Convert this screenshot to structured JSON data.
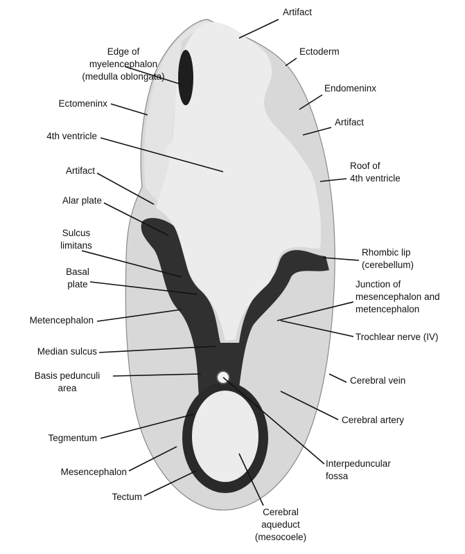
{
  "labels": [
    {
      "id": "artifact-top",
      "lines": [
        "Artifact"
      ]
    },
    {
      "id": "ectoderm",
      "lines": [
        "Ectoderm"
      ]
    },
    {
      "id": "endomeninx",
      "lines": [
        "Endomeninx"
      ]
    },
    {
      "id": "artifact-right",
      "lines": [
        "Artifact"
      ]
    },
    {
      "id": "roof-of-4th-ventricle",
      "lines": [
        "Roof of",
        "4th ventricle"
      ]
    },
    {
      "id": "rhombic-lip",
      "lines": [
        "Rhombic lip",
        "(cerebellum)"
      ]
    },
    {
      "id": "junction",
      "lines": [
        "Junction of",
        "mesencephalon and",
        "metencephalon"
      ]
    },
    {
      "id": "trochlear-nerve",
      "lines": [
        "Trochlear nerve (IV)"
      ]
    },
    {
      "id": "cerebral-vein",
      "lines": [
        "Cerebral vein"
      ]
    },
    {
      "id": "cerebral-artery",
      "lines": [
        "Cerebral artery"
      ]
    },
    {
      "id": "interpeduncular-fossa",
      "lines": [
        "Interpeduncular",
        "fossa"
      ]
    },
    {
      "id": "cerebral-aqueduct",
      "lines": [
        "Cerebral",
        "aqueduct",
        "(mesocoele)"
      ]
    },
    {
      "id": "edge-of-myelencephalon",
      "lines": [
        "Edge of",
        "myelencephalon",
        "(medulla oblongata)"
      ]
    },
    {
      "id": "ectomeninx",
      "lines": [
        "Ectomeninx"
      ]
    },
    {
      "id": "4th-ventricle",
      "lines": [
        "4th ventricle"
      ]
    },
    {
      "id": "artifact-left",
      "lines": [
        "Artifact"
      ]
    },
    {
      "id": "alar-plate",
      "lines": [
        "Alar plate"
      ]
    },
    {
      "id": "sulcus-limitans",
      "lines": [
        "Sulcus",
        "limitans"
      ]
    },
    {
      "id": "basal-plate",
      "lines": [
        "Basal",
        "plate"
      ]
    },
    {
      "id": "metencephalon",
      "lines": [
        "Metencephalon"
      ]
    },
    {
      "id": "median-sulcus",
      "lines": [
        "Median sulcus"
      ]
    },
    {
      "id": "basis-pedunculi-area",
      "lines": [
        "Basis pedunculi",
        "area"
      ]
    },
    {
      "id": "tegmentum",
      "lines": [
        "Tegmentum"
      ]
    },
    {
      "id": "mesencephalon",
      "lines": [
        "Mesencephalon"
      ]
    },
    {
      "id": "tectum",
      "lines": [
        "Tectum"
      ]
    }
  ],
  "colors": {
    "tissue": "#d6d6d6",
    "upper_tissue": "#e2e2e2",
    "neural": "#2a2a2a",
    "lumen": "#ebebeb"
  }
}
